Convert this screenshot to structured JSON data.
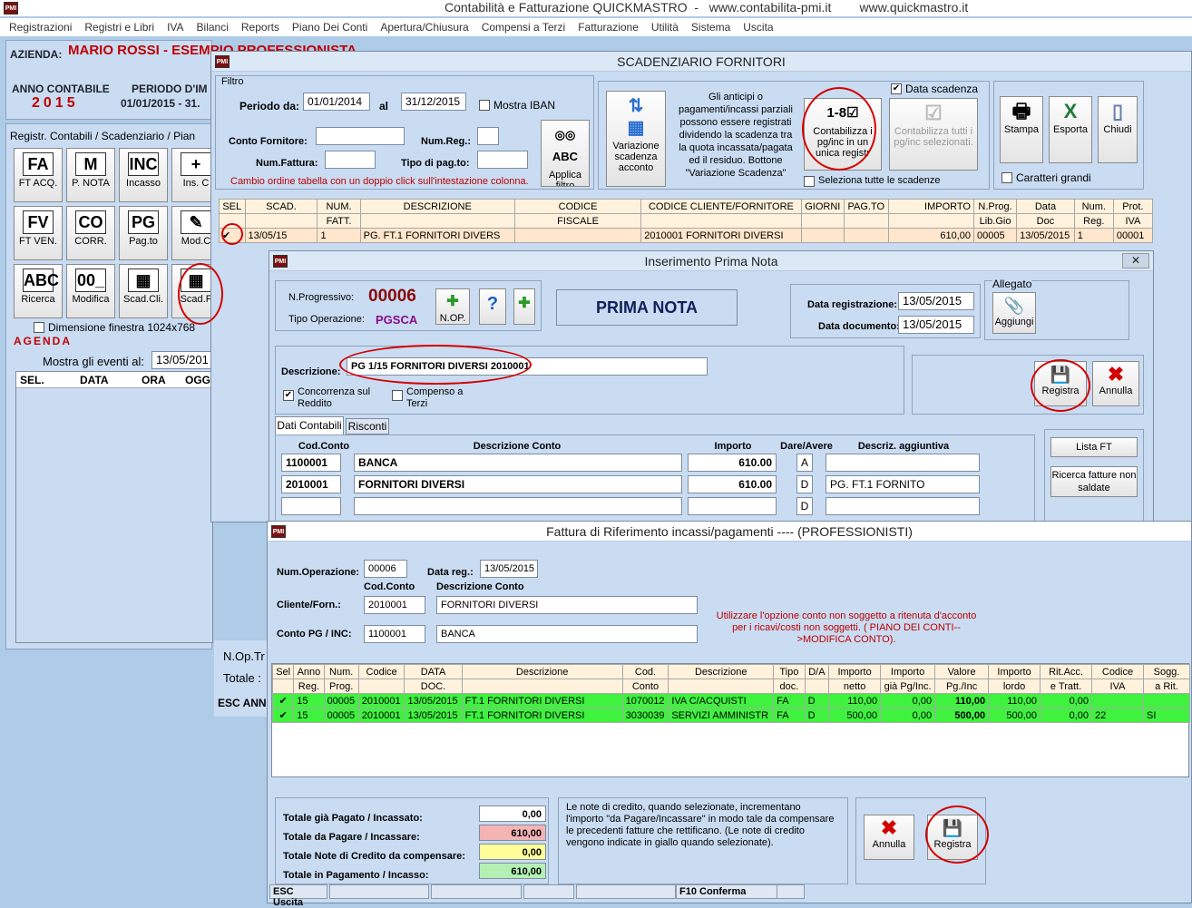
{
  "app": {
    "title": "Contabilità e Fatturazione QUICKMASTRO  -   www.contabilita-pmi.it        www.quickmastro.it",
    "logo": "PMI"
  },
  "menu": [
    "Registrazioni",
    "Registri e Libri",
    "IVA",
    "Bilanci",
    "Reports",
    "Piano Dei Conti",
    "Apertura/Chiusura",
    "Compensi a Terzi",
    "Fatturazione",
    "Utilità",
    "Sistema",
    "Uscita"
  ],
  "main": {
    "azienda_label": "AZIENDA:",
    "azienda": "MARIO ROSSI - ESEMPIO PROFESSIONISTA",
    "anno_label": "ANNO CONTABILE",
    "anno": "2015",
    "periodo_label": "PERIODO D'IM",
    "periodo": "01/01/2015 - 31.",
    "reg_label": "Registr. Contabili / Scadenziario / Pian",
    "tiles": [
      {
        "t": "FA",
        "l": "FT ACQ."
      },
      {
        "t": "M",
        "l": "P. NOTA"
      },
      {
        "t": "INC",
        "l": "Incasso"
      },
      {
        "t": "+",
        "l": "Ins. C"
      },
      {
        "t": "FV",
        "l": "FT VEN."
      },
      {
        "t": "CO",
        "l": "CORR."
      },
      {
        "t": "PG",
        "l": "Pag.to"
      },
      {
        "t": "✎",
        "l": "Mod.C"
      },
      {
        "t": "ABC",
        "l": "Ricerca"
      },
      {
        "t": "00_",
        "l": "Modifica"
      },
      {
        "t": "▦",
        "l": "Scad.Cli."
      },
      {
        "t": "▦",
        "l": "Scad.F"
      }
    ],
    "dim_label": "Dimensione finestra 1024x768",
    "agenda_title": "AGENDA",
    "agenda_show": "Mostra gli eventi al:",
    "agenda_date": "13/05/201",
    "agenda_cols": [
      "SEL.",
      "DATA",
      "ORA",
      "OGG"
    ],
    "nop": "N.Op.Tr",
    "totale": "Totale :",
    "esc": "ESC ANN"
  },
  "scad": {
    "title": "SCADENZIARIO FORNITORI",
    "filtro": "Filtro",
    "periodo_da": "Periodo da:",
    "da": "01/01/2014",
    "al_label": "al",
    "al": "31/12/2015",
    "mostra_iban": "Mostra IBAN",
    "conto_forn": "Conto Fornitore:",
    "num_reg": "Num.Reg.:",
    "num_fatt": "Num.Fattura:",
    "tipo_pag": "Tipo di pag.to:",
    "applica": "Applica filtro",
    "hint": "Cambio ordine tabella con un doppio click sull'intestazione colonna.",
    "variazione": "Variazione scadenza acconto",
    "info": "Gli anticipi o pagamenti/incassi parziali possono essere registrati dividendo la scadenza tra la quota incassata/pagata ed il residuo. Bottone \"Variazione Scadenza\"",
    "contab": "Contabilizza i pg/inc in un unica registr",
    "contab_tutti": "Contabilizza tutti i pg/inc selezionati.",
    "data_scad": "Data scadenza",
    "sel_tutte": "Seleziona tutte le scadenze",
    "stampa": "Stampa",
    "esporta": "Esporta",
    "chiudi": "Chiudi",
    "caratteri": "Caratteri grandi",
    "h1": [
      "SEL",
      "SCAD.",
      "NUM.",
      "DESCRIZIONE",
      "CODICE",
      "CODICE   CLIENTE/FORNITORE",
      "GIORNI",
      "PAG.TO",
      "IMPORTO",
      "N.Prog.",
      "Data",
      "Num.",
      "Prot."
    ],
    "h2": [
      "",
      "",
      "FATT.",
      "",
      "FISCALE",
      "",
      "",
      "",
      "",
      "Lib.Gio",
      "Doc",
      "Reg.",
      "IVA"
    ],
    "row": [
      "✔",
      "13/05/15",
      "1",
      "PG. FT.1        FORNITORI DIVERS",
      "",
      "2010001 FORNITORI DIVERSI",
      "",
      "",
      "610,00",
      "00005",
      "13/05/2015",
      "1",
      "00001"
    ]
  },
  "pn": {
    "title": "Inserimento Prima Nota",
    "nprog_label": "N.Progressivo:",
    "nprog": "00006",
    "tipo_label": "Tipo Operazione:",
    "tipo": "PGSCA",
    "nop": "N.OP.",
    "prima": "PRIMA NOTA",
    "data_reg_label": "Data registrazione:",
    "data_reg": "13/05/2015",
    "data_doc_label": "Data documento:",
    "data_doc": "13/05/2015",
    "allegato": "Allegato",
    "aggiungi": "Aggiungi",
    "desc_label": "Descrizione:",
    "desc": "PG 1/15 FORNITORI DIVERSI 2010001",
    "registra": "Registra",
    "annulla": "Annulla",
    "concorrenza": "Concorrenza sul Reddito",
    "compenso": "Compenso a Terzi",
    "tab1": "Dati Contabili",
    "tab2": "Risconti",
    "cols": [
      "Cod.Conto",
      "Descrizione Conto",
      "Importo",
      "Dare/Avere",
      "Descriz. aggiuntiva"
    ],
    "rows": [
      [
        "1100001",
        "BANCA",
        "610.00",
        "A",
        ""
      ],
      [
        "2010001",
        "FORNITORI DIVERSI",
        "610.00",
        "D",
        "PG. FT.1          FORNITO"
      ],
      [
        "",
        "",
        "",
        "D",
        ""
      ]
    ],
    "lista": "Lista FT",
    "ricerca": "Ricerca fatture non saldate"
  },
  "fr": {
    "title": "Fattura di Riferimento incassi/pagamenti ---- (PROFESSIONISTI)",
    "numop_label": "Num.Operazione:",
    "numop": "00006",
    "datareg_label": "Data reg.:",
    "datareg": "13/05/2015",
    "cod_conto": "Cod.Conto",
    "desc_conto": "Descrizione Conto",
    "cliente_label": "Cliente/Forn.:",
    "cliente_cod": "2010001",
    "cliente_desc": "FORNITORI DIVERSI",
    "conto_label": "Conto PG / INC:",
    "conto_cod": "1100001",
    "conto_desc": "BANCA",
    "note": "Utilizzare l'opzione conto non soggetto a ritenuta d'acconto per i ricavi/costi non soggetti. ( PIANO DEI CONTI-->MODIFICA CONTO).",
    "h1": [
      "Sel",
      "Anno",
      "Num.",
      "Codice",
      "DATA",
      "Descrizione",
      "Cod.",
      "Descrizione",
      "Tipo",
      "D/A",
      "Importo",
      "Importo",
      "Valore",
      "Importo",
      "Rit.Acc.",
      "Codice",
      "Sogg."
    ],
    "h2": [
      "",
      "Reg.",
      "Prog.",
      "",
      "DOC.",
      "",
      "Conto",
      "",
      "doc.",
      "",
      "netto",
      "già Pg/Inc.",
      "Pg./Inc",
      "lordo",
      "e Tratt.",
      "IVA",
      "a Rit."
    ],
    "rows": [
      [
        "✔",
        "15",
        "00005",
        "2010001",
        "13/05/2015",
        "FT.1            FORNITORI DIVERSI",
        "1070012",
        "IVA C/ACQUISTI",
        "FA",
        "D",
        "110,00",
        "0,00",
        "110,00",
        "110,00",
        "0,00",
        "",
        ""
      ],
      [
        "✔",
        "15",
        "00005",
        "2010001",
        "13/05/2015",
        "FT.1            FORNITORI DIVERSI",
        "3030039",
        "SERVIZI AMMINISTR",
        "FA",
        "D",
        "500,00",
        "0,00",
        "500,00",
        "500,00",
        "0,00",
        "22",
        "SI"
      ]
    ],
    "tot_pagato_label": "Totale già Pagato / Incassato:",
    "tot_pagato": "0,00",
    "tot_dapagare_label": "Totale da Pagare / Incassare:",
    "tot_dapagare": "610,00",
    "tot_note_label": "Totale Note di Credito da compensare:",
    "tot_note": "0,00",
    "tot_pag_label": "Totale in Pagamento / Incasso:",
    "tot_pag": "610,00",
    "note_credito": "Le note di credito, quando selezionate, incrementano l'importo \"da Pagare/Incassare\" in modo tale da compensare le precedenti fatture che rettificano. (Le note di credito vengono indicate in giallo quando selezionate).",
    "annulla": "Annulla",
    "registra": "Registra",
    "esc": "ESC Uscita",
    "f10": "F10 Conferma"
  },
  "colors": {
    "accent_red": "#c00000",
    "green_row": "#3ef23e",
    "pink": "#f4b4b4",
    "yellow": "#ffff99",
    "lightgreen": "#b4f0b4"
  }
}
